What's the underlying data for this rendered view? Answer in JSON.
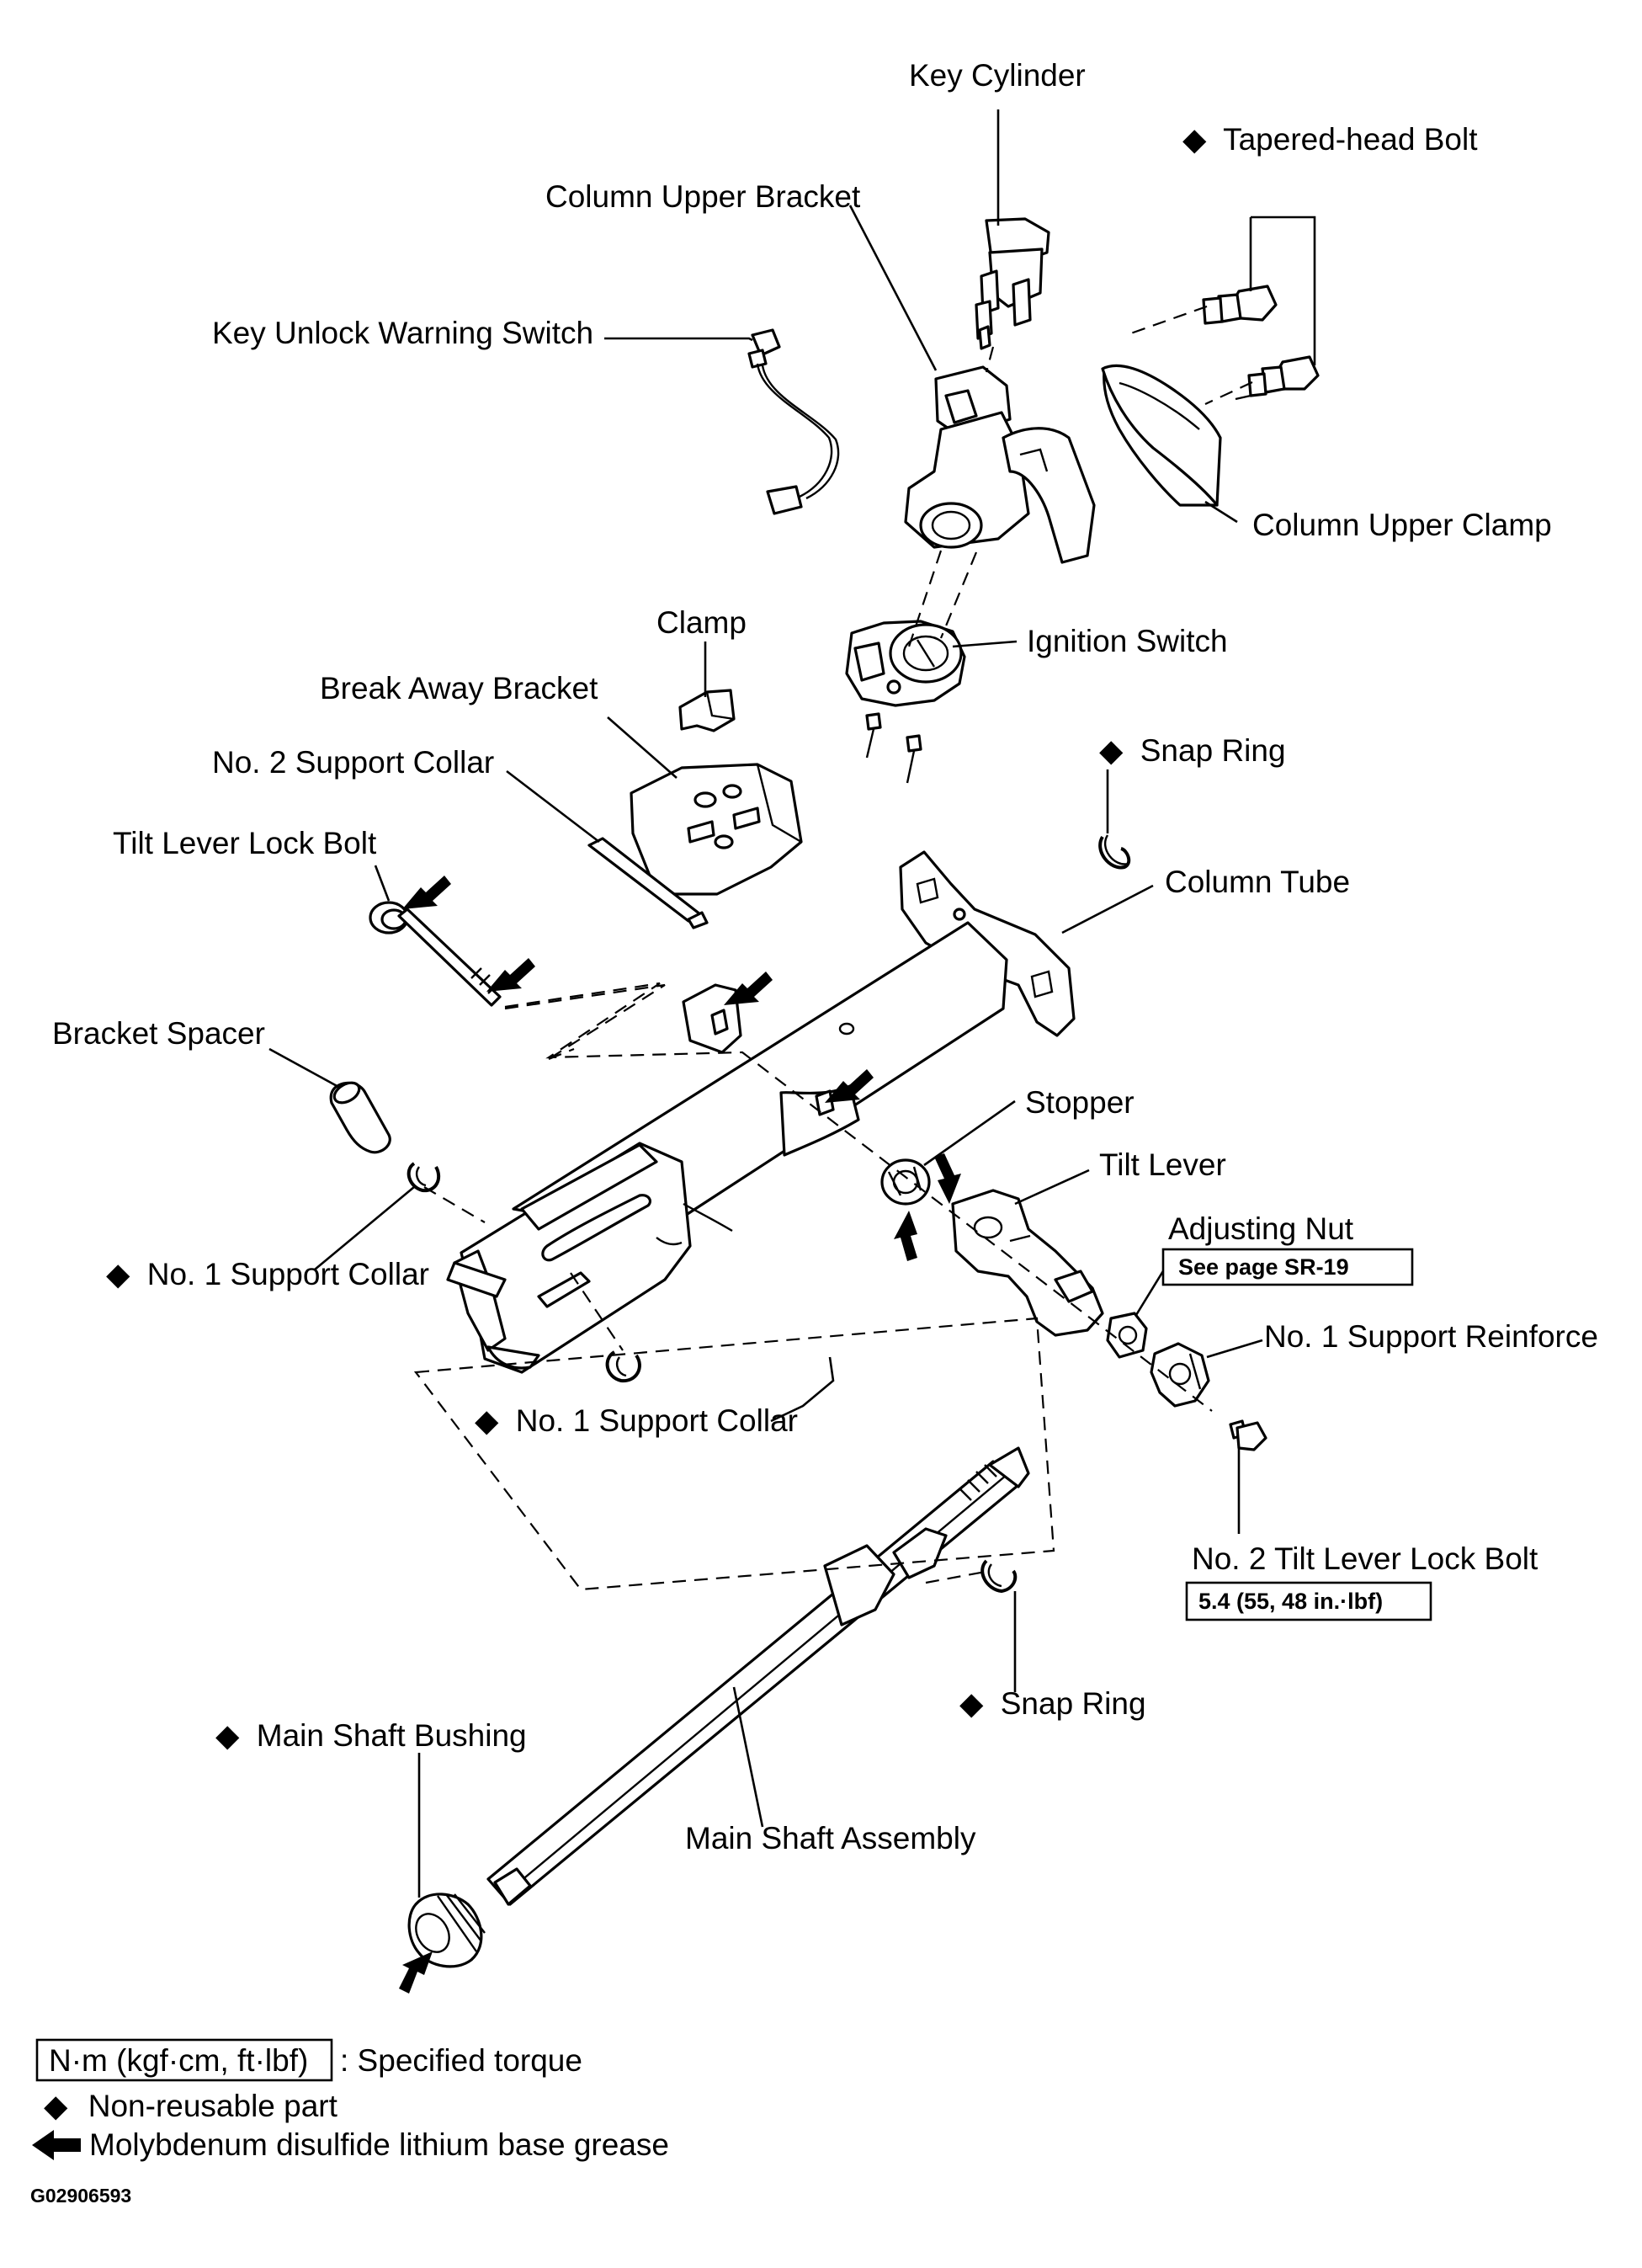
{
  "labels": {
    "key_cylinder": "Key Cylinder",
    "tapered_head_bolt": "Tapered-head  Bolt",
    "column_upper_bracket": "Column Upper Bracket",
    "key_unlock_warning_switch": "Key Unlock Warning Switch",
    "column_upper_clamp": "Column Upper Clamp",
    "clamp": "Clamp",
    "ignition_switch": "Ignition Switch",
    "break_away_bracket": "Break Away Bracket",
    "no2_support_collar": "No. 2 Support Collar",
    "snap_ring_upper": "Snap Ring",
    "tilt_lever_lock_bolt": "Tilt Lever Lock Bolt",
    "column_tube": "Column Tube",
    "bracket_spacer": "Bracket Spacer",
    "stopper": "Stopper",
    "tilt_lever": "Tilt Lever",
    "adjusting_nut": "Adjusting Nut",
    "no1_support_collar_left": "No. 1 Support Collar",
    "no1_support_reinforce": "No. 1 Support Reinforce",
    "no1_support_collar_mid": "No. 1 Support Collar",
    "no2_tilt_lever_lock_bolt": "No. 2 Tilt Lever Lock Bolt",
    "snap_ring_lower": "Snap Ring",
    "main_shaft_bushing": "Main Shaft Bushing",
    "main_shaft_assembly": "Main Shaft Assembly"
  },
  "boxes": {
    "adjusting_nut_ref": "See page SR-19",
    "lock_bolt_torque": "5.4 (55, 48 in.·lbf)"
  },
  "legend": {
    "torque_box": "N·m (kgf·cm, ft·lbf)",
    "torque_text": ": Specified torque",
    "non_reusable": "Non-reusable part",
    "grease": "Molybdenum disulfide lithium base grease"
  },
  "diagram_code": "G02906593",
  "symbols": {
    "non_reusable": "◆"
  }
}
